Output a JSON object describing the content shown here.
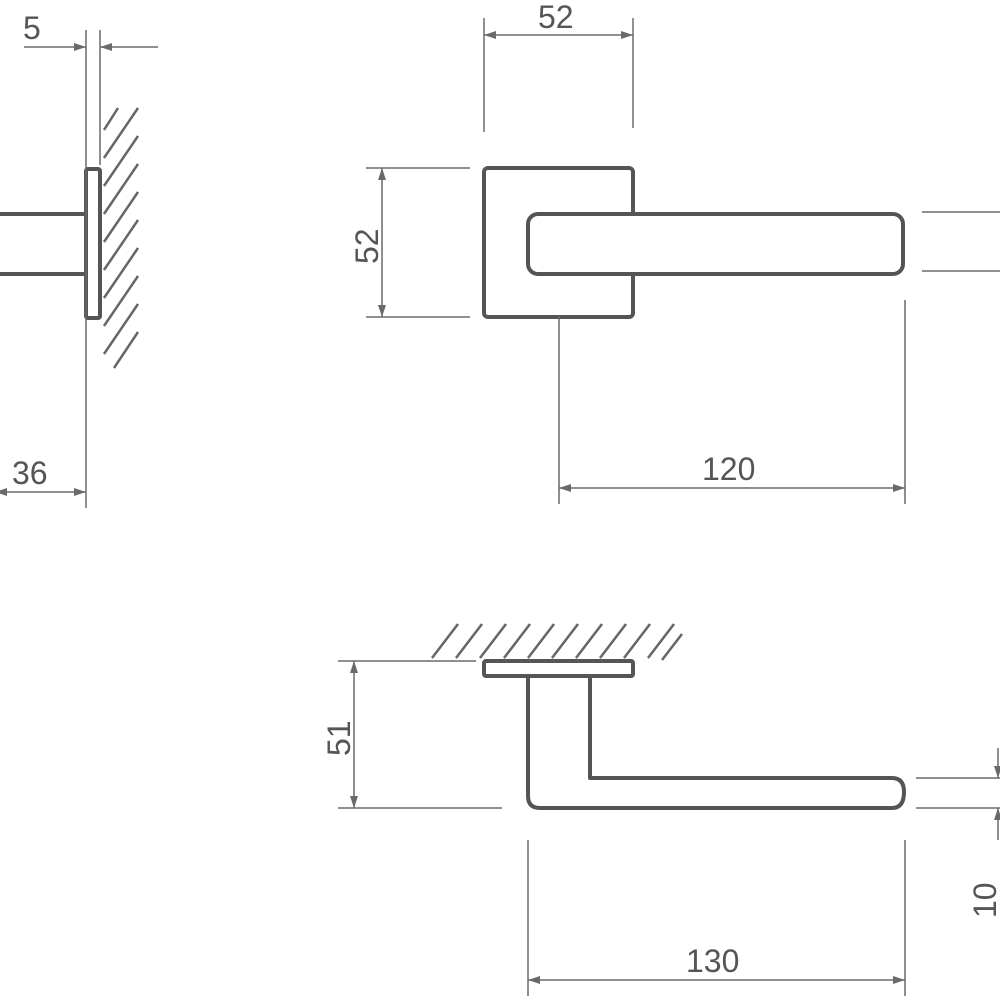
{
  "dimensions": {
    "side_rose_thickness": "5",
    "side_projection": "36",
    "rose_width": "52",
    "rose_height": "52",
    "lever_length": "120",
    "top_height": "51",
    "top_length": "130",
    "lever_thickness": "10"
  },
  "colors": {
    "line": "#555555",
    "dimension": "#6a6a6a",
    "background": "#ffffff"
  }
}
